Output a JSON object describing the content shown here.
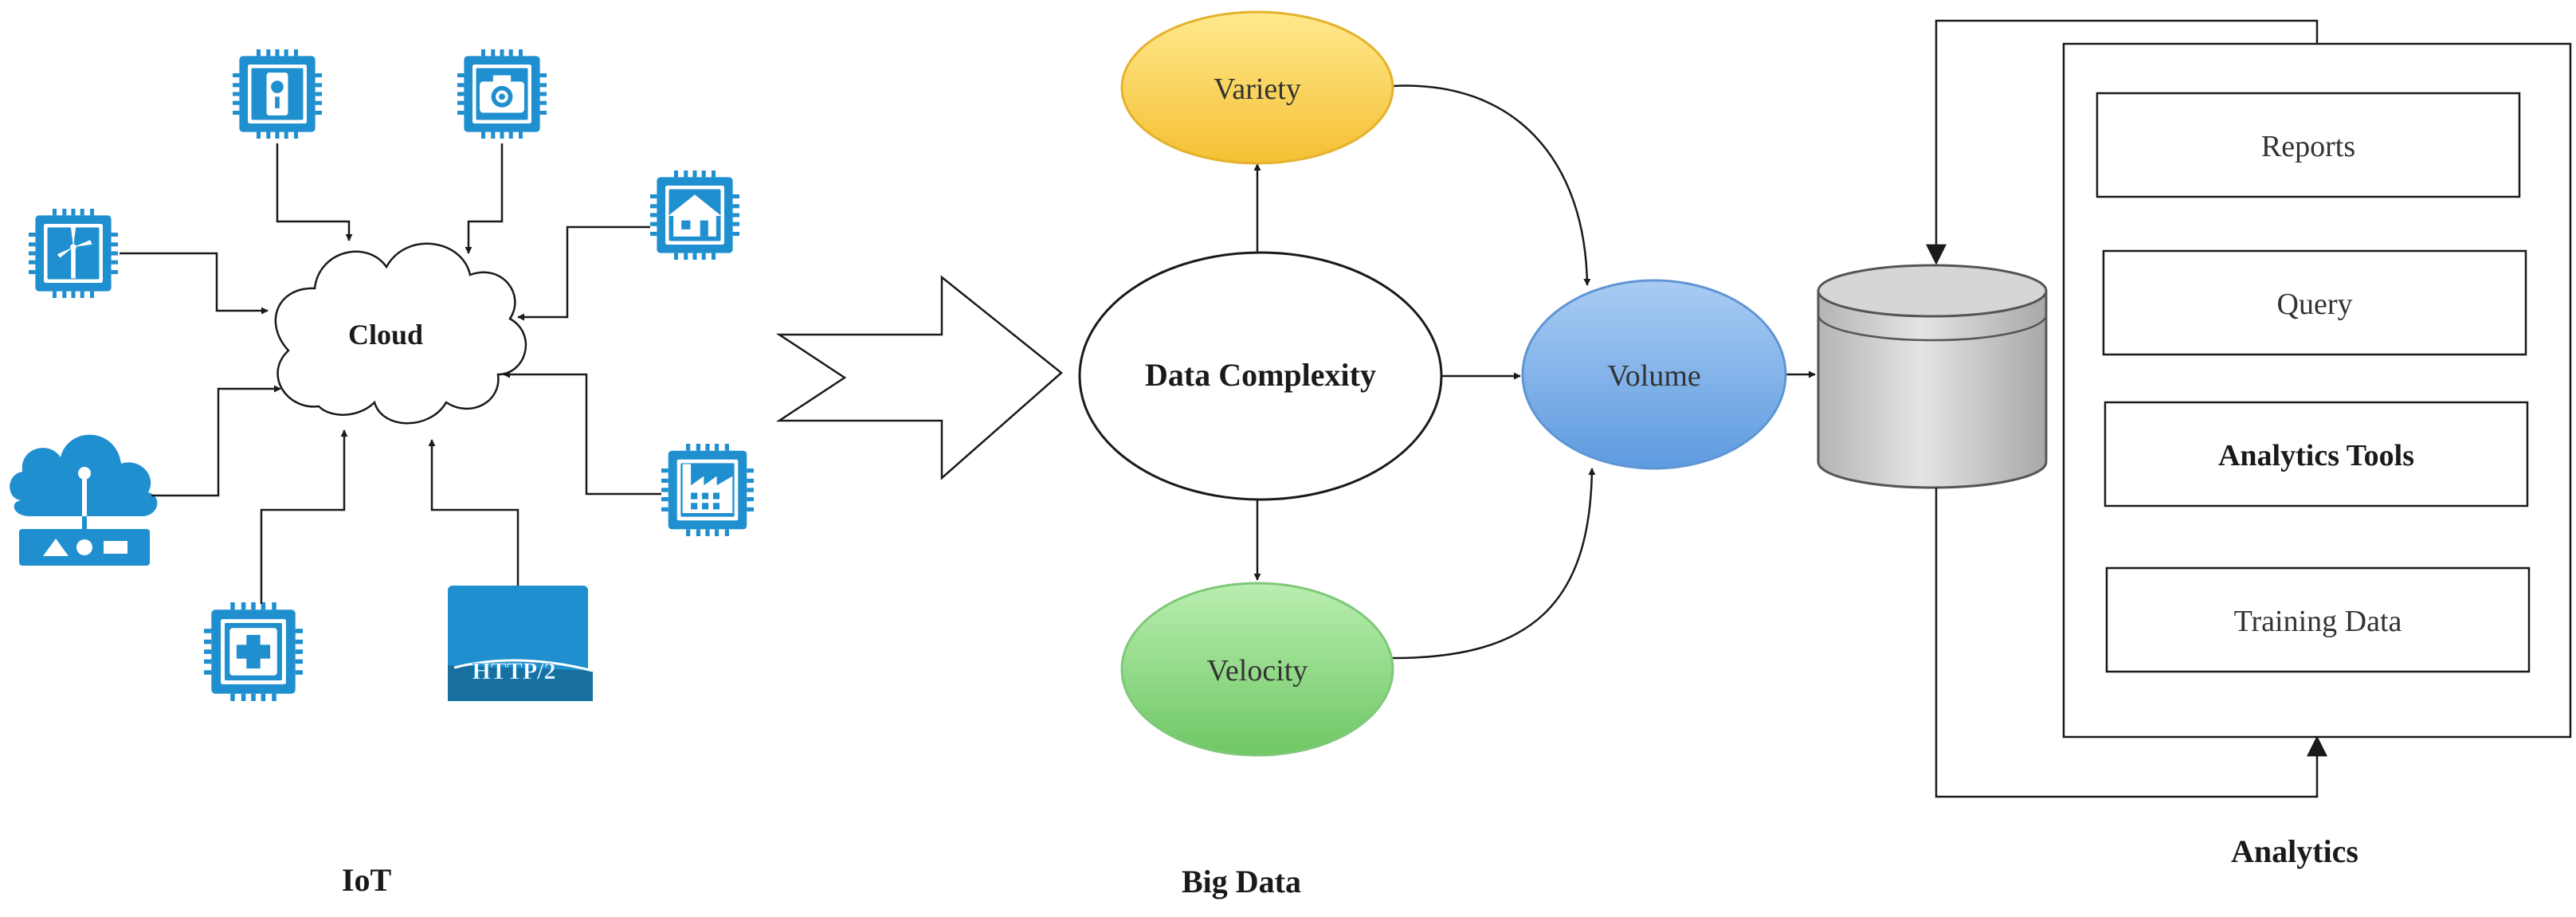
{
  "colors": {
    "icon_blue": "#1f8fcf",
    "icon_dark": "#17709f",
    "line": "#1a1a1a",
    "variety_fill": "#ffd860",
    "velocity_fill": "#8fdc86",
    "volume_fill": "#7fb3ec",
    "db_fill": "#c8c8c8"
  },
  "iot": {
    "section_label": "IoT",
    "cloud_label": "Cloud",
    "protocol_label": "HTTP/2",
    "devices": [
      "lock-device",
      "camera-device",
      "wind-turbine-device",
      "house-device",
      "cloud-sync-device",
      "factory-device",
      "medical-device",
      "http2-file"
    ]
  },
  "bigdata": {
    "section_label": "Big Data",
    "core_label": "Data Complexity",
    "variety_label": "Variety",
    "velocity_label": "Velocity",
    "volume_label": "Volume"
  },
  "analytics": {
    "section_label": "Analytics",
    "items": [
      "Reports",
      "Query",
      "Analytics Tools",
      "Training Data"
    ]
  }
}
